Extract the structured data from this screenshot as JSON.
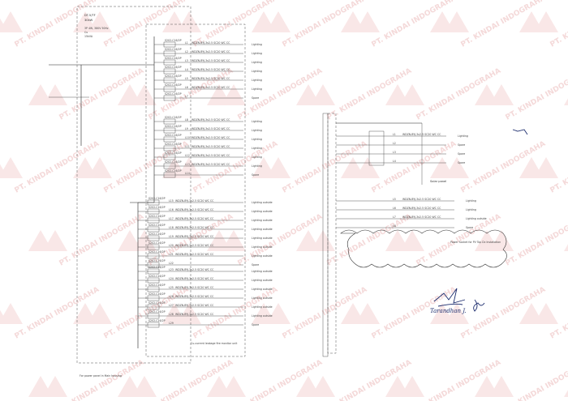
{
  "watermark": {
    "text": "PT. KINDAI INDOGRAHA"
  },
  "panel": {
    "header": [
      "DT-5/TF",
      "30kW"
    ],
    "notes": [
      "3P 4W, 380V 50Hz",
      "Cu",
      "15kVA"
    ]
  },
  "breakers": [
    "S202-C16/2P",
    "S202-C16/2P",
    "S202-C16/2P",
    "S202-C16/2P",
    "S202-C16/2P",
    "S202-C16/2P"
  ],
  "circuits": {
    "group1": [
      {
        "no": "L1",
        "cable": "WDZN-BYJ-3x2.5 SC20 WC CC",
        "load": "Lighting"
      },
      {
        "no": "L2",
        "cable": "WDZN-BYJ-3x2.5 SC20 WC CC",
        "load": "Lighting"
      },
      {
        "no": "L3",
        "cable": "WDZN-BYJ-3x2.5 SC20 WC CC",
        "load": "Lighting"
      },
      {
        "no": "L4",
        "cable": "WDZN-BYJ-3x2.5 SC20 WC CC",
        "load": "Lighting"
      },
      {
        "no": "L5",
        "cable": "WDZN-BYJ-3x2.5 SC20 WC CC",
        "load": "Lighting"
      },
      {
        "no": "L6",
        "cable": "WDZN-BYJ-3x2.5 SC20 WC CC",
        "load": "Lighting"
      },
      {
        "no": "L7",
        "cable": "",
        "load": "Spare"
      }
    ],
    "group2": [
      {
        "no": "L8",
        "cable": "WDZN-BYJ-3x2.5 SC20 WC CC",
        "load": "Lighting"
      },
      {
        "no": "L9",
        "cable": "WDZN-BYJ-3x2.5 SC20 WC CC",
        "load": "Lighting"
      },
      {
        "no": "L10",
        "cable": "WDZN-BYJ-3x2.5 SC20 WC CC",
        "load": "Lighting"
      },
      {
        "no": "L11",
        "cable": "WDZN-BYJ-3x2.5 SC20 WC CC",
        "load": "Lighting"
      },
      {
        "no": "L12",
        "cable": "WDZN-BYJ-3x2.5 SC20 WC CC",
        "load": "Lighting"
      },
      {
        "no": "L13",
        "cable": "WDZN-BYJ-3x2.5 SC20 WC CC",
        "load": "Lighting"
      },
      {
        "no": "L14",
        "cable": "",
        "load": "Spare"
      }
    ],
    "group3": [
      {
        "no": "L15",
        "cable": "WDZN-BYJ-3x2.5 SC20 WC CC",
        "load": "Lighting outside"
      },
      {
        "no": "L16",
        "cable": "WDZN-BYJ-3x2.5 SC20 WC CC",
        "load": "Lighting outside"
      },
      {
        "no": "L17",
        "cable": "WDZN-BYJ-3x2.5 SC20 WC CC",
        "load": "Lighting outside"
      },
      {
        "no": "L18",
        "cable": "WDZN-BYJ-3x2.5 SC20 WC CC",
        "load": "Lighting outside"
      },
      {
        "no": "L19",
        "cable": "WDZN-BYJ-3x2.5 SC20 WC CC",
        "load": "Lighting outside"
      },
      {
        "no": "L20",
        "cable": "WDZN-BYJ-3x2.5 SC20 WC CC",
        "load": "Lighting outside"
      },
      {
        "no": "L21",
        "cable": "WDZN-BYJ-3x2.5 SC20 WC CC",
        "load": "Lighting outside"
      },
      {
        "no": "L22",
        "cable": "",
        "load": "Spare"
      }
    ],
    "group4": [
      {
        "no": "L23",
        "cable": "WDZN-BYJ-3x2.5 SC20 WC CC",
        "load": "Lighting outside"
      },
      {
        "no": "L24",
        "cable": "WDZN-BYJ-3x2.5 SC20 WC CC",
        "load": "Lighting outside"
      },
      {
        "no": "L25",
        "cable": "WDZN-BYJ-3x2.5 SC20 WC CC",
        "load": "Lighting outside"
      },
      {
        "no": "L26",
        "cable": "WDZN-BYJ-3x2.5 SC20 WC CC",
        "load": "Lighting outside"
      },
      {
        "no": "L27",
        "cable": "WDZN-BYJ-3x2.5 SC20 WC CC",
        "load": "Lighting outside"
      },
      {
        "no": "L28",
        "cable": "WDZN-BYJ-3x2.5 SC20 WC CC",
        "load": "Lighting outside"
      },
      {
        "no": "L29",
        "cable": "",
        "load": "Spare"
      }
    ],
    "right": [
      {
        "no": "L1",
        "cable": "WDZN-BYJ-3x2.5 SC20 WC CC",
        "load": "Lighting"
      },
      {
        "no": "L2",
        "cable": "",
        "load": "Spare"
      },
      {
        "no": "L3",
        "cable": "",
        "load": "Spare"
      },
      {
        "no": "L4",
        "cable": "",
        "load": "Spare"
      }
    ],
    "right2": [
      {
        "no": "L5",
        "cable": "WDZN-BYJ-3x2.5 SC20 WC CC",
        "load": "Lighting"
      },
      {
        "no": "L6",
        "cable": "WDZN-BYJ-3x2.5 SC20 WC CC",
        "load": "Lighting"
      },
      {
        "no": "L7",
        "cable": "WDZN-BYJ-3x2.5 SC20 WC CC",
        "load": "Lighting outside"
      },
      {
        "no": "L8",
        "cable": "",
        "load": "Spare"
      }
    ]
  },
  "right_panel": {
    "label": "Solar panel",
    "note": "Power Socket for PV Top Dc Installation"
  },
  "bottom_notes": [
    "For power panel in Main housing",
    "Cu-current leakage fire monitor unit"
  ],
  "signature": {
    "name": "Tarandhan J."
  }
}
